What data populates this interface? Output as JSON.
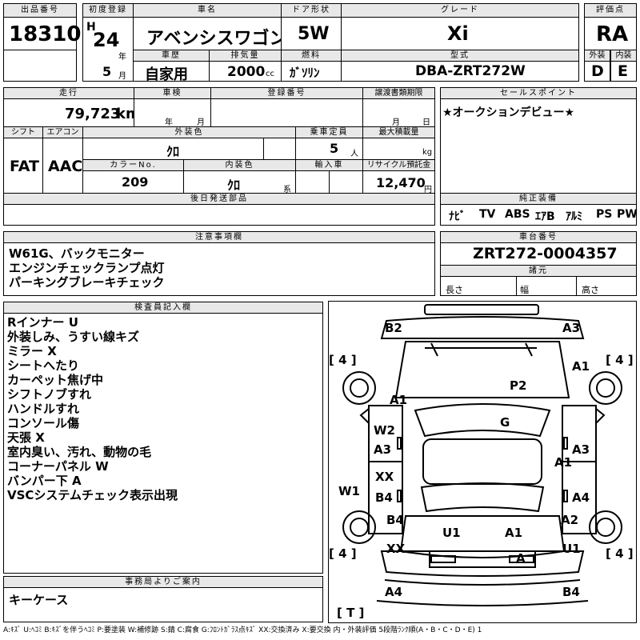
{
  "header": {
    "lot_label": "出品番号",
    "lot": "18310",
    "first_reg_label": "初度登録",
    "era": "H",
    "year": "24",
    "year_unit": "年",
    "month": "5",
    "month_unit": "月",
    "car_name_label": "車名",
    "car_name": "アベンシスワゴン",
    "door_label": "ドア形状",
    "door": "5W",
    "grade_label": "グレード",
    "grade": "Xi",
    "score_label": "評価点",
    "score": "RA",
    "history_label": "車歴",
    "history": "自家用",
    "displacement_label": "排気量",
    "displacement": "2000",
    "cc": "cc",
    "fuel_label": "燃料",
    "fuel": "ｶﾞｿﾘﾝ",
    "model_label": "型式",
    "model": "DBA-ZRT272W",
    "exterior_label": "外装",
    "exterior": "D",
    "interior_label": "内装",
    "interior": "E"
  },
  "row2": {
    "mileage_label": "走行",
    "mileage": "79,723",
    "km": "km",
    "inspection_label": "車検",
    "inspection_year": "年",
    "inspection_month": "月",
    "reg_no_label": "登録番号",
    "transfer_label": "譲渡書類期限",
    "transfer_month": "月",
    "transfer_day": "日",
    "shift_label": "シフト",
    "shift": "FAT",
    "ac_label": "エアコン",
    "ac": "AAC",
    "ext_color_label": "外装色",
    "ext_color": "ｸﾛ",
    "capacity_label": "乗車定員",
    "capacity": "5",
    "capacity_unit": "人",
    "max_load_label": "最大積載量",
    "max_load_unit": "kg",
    "color_no_label": "カラーNo.",
    "color_no": "209",
    "int_color_label": "内装色",
    "int_color": "ｸﾛ",
    "int_color_unit": "系",
    "import_label": "輸入車",
    "recycle_label": "リサイクル預託金",
    "recycle": "12,470",
    "recycle_unit": "円",
    "later_parts_label": "後日発送部品"
  },
  "sales": {
    "label": "セールスポイント",
    "text": "★オークションデビュー★",
    "equip_label": "純正装備",
    "equipment": [
      "ﾅﾋﾞ",
      "TV",
      "ABS",
      "ｴｱB",
      "ｱﾙﾐ",
      "PS",
      "PW"
    ]
  },
  "notes": {
    "label": "注意事項欄",
    "lines": [
      "W61G、バックモニター",
      "エンジンチェックランプ点灯",
      "パーキングブレーキチェック"
    ]
  },
  "chassis": {
    "label": "車台番号",
    "value": "ZRT272-0004357",
    "dims_label": "諸元",
    "length": "長さ",
    "width": "幅",
    "height": "高さ"
  },
  "inspector": {
    "label": "検査員記入欄",
    "lines": [
      "Rインナー U",
      "外装しみ、うすい線キズ",
      "ミラー X",
      "シートへたり",
      "カーペット焦げ中",
      "シフトノブすれ",
      "ハンドルすれ",
      "コンソール傷",
      "天張 X",
      "室内臭い、汚れ、動物の毛",
      "コーナーパネル W",
      "バンパー下 A",
      "VSCシステムチェック表示出現"
    ]
  },
  "office": {
    "label": "事務局よりご案内",
    "text": "キーケース"
  },
  "diagram": {
    "b2": "B2",
    "a3_top": "A3",
    "tire_tl": "[ 4 ]",
    "tire_tr": "[ 4 ]",
    "a1_tr": "A1",
    "p2": "P2",
    "a1_left": "A1",
    "g": "G",
    "w2": "W2",
    "a3_l": "A3",
    "a3_r": "A3",
    "a1_r": "A1",
    "xx_l": "XX",
    "w1": "W1",
    "b4_l": "B4",
    "a4_r": "A4",
    "b4_ll": "B4",
    "a2": "A2",
    "u1_c": "U1",
    "a1_c": "A1",
    "tire_bl": "[ 4 ]",
    "tire_br": "[ 4 ]",
    "xx_b": "XX",
    "u1_r": "U1",
    "a_b": "A",
    "a4_b": "A4",
    "b4_b": "B4",
    "t": "[ T ]"
  },
  "legend": "A:ｷｽﾞ  U:ﾍｺﾐ  B:ｷｽﾞを伴うﾍｺﾐ  P:要塗装  W:補修跡  S:錆  C:腐食  G:ﾌﾛﾝﾄｶﾞﾗｽ点ｷｽﾞ  XX:交換済み  X:要交換   内・外装評価  5段階ﾗﾝｸ順(A・B・C・D・E) 1"
}
